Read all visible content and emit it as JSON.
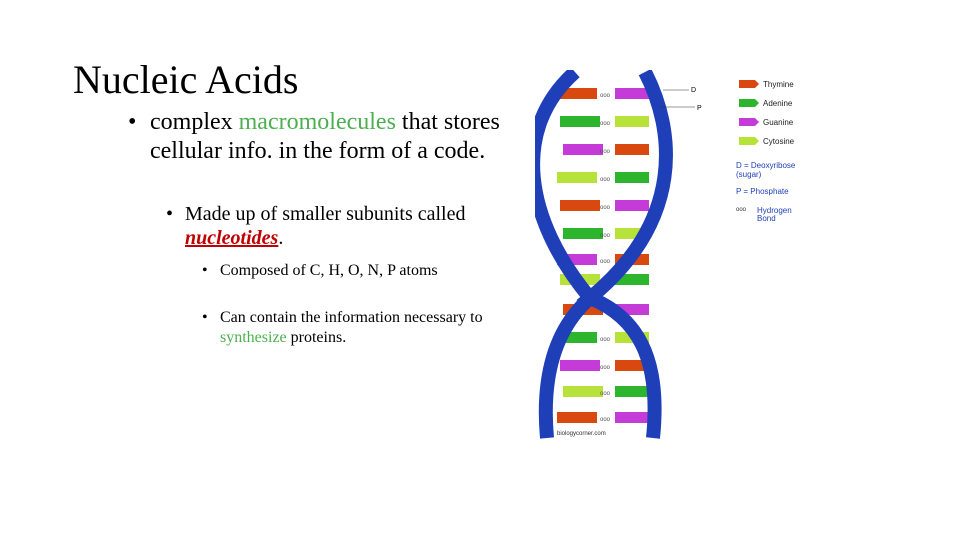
{
  "slide": {
    "title": "Nucleic Acids",
    "bullet1": {
      "pre": "complex ",
      "highlight": "macromolecules",
      "post": " that stores cellular info. in the form of a code."
    },
    "bullet2": {
      "pre": "Made up of smaller subunits called ",
      "highlight": "nucleotides",
      "post": "."
    },
    "bullet3": "Composed of C, H, O, N, P atoms",
    "bullet4": {
      "pre": "Can contain the information necessary to ",
      "highlight": "synthesize",
      "post": " proteins."
    }
  },
  "figure": {
    "label_d": "D",
    "label_p": "P",
    "credit": "biologycorner.com",
    "legend": [
      {
        "name": "Thymine",
        "color": "#d9480f"
      },
      {
        "name": "Adenine",
        "color": "#2db52d"
      },
      {
        "name": "Guanine",
        "color": "#c43bd8"
      },
      {
        "name": "Cytosine",
        "color": "#b7e23a"
      }
    ],
    "key_d": "D = Deoxyribose",
    "key_d2": "(sugar)",
    "key_p": "P = Phosphate",
    "key_h1": "Hydrogen",
    "key_h2": "Bond",
    "key_h_symbol": "ooo",
    "strand_color": "#1f3fb8",
    "key_color": "#1f3fb8"
  }
}
